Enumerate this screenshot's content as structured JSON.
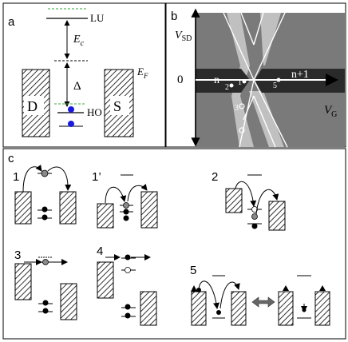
{
  "panel_a": {
    "letter": "a",
    "level_top": "LU",
    "level_bottom": "HO",
    "charging_energy": "E",
    "charging_energy_sub": "c",
    "gap": "Δ",
    "fermi": "E",
    "fermi_sub": "F",
    "drain": "D",
    "source": "S"
  },
  "panel_b": {
    "letter": "b",
    "y_axis": "V",
    "y_axis_sub": "SD",
    "x_axis": "V",
    "x_axis_sub": "G",
    "zero": "0",
    "region_left": "n",
    "region_right": "n+1",
    "points": [
      "1",
      "2",
      "3",
      "5"
    ]
  },
  "panel_c": {
    "letter": "c",
    "sub_panels": [
      "1",
      "1’",
      "2",
      "3",
      "4",
      "5"
    ]
  },
  "colors": {
    "electron_blue": "#1a1adf",
    "grey_state": "#8a8a8a",
    "diamond_dark": "#2a2a2a",
    "bg_grey": "#7a7a7a",
    "excited_light": "#c0c0c0",
    "green_dashed": "#3aaa3a"
  }
}
